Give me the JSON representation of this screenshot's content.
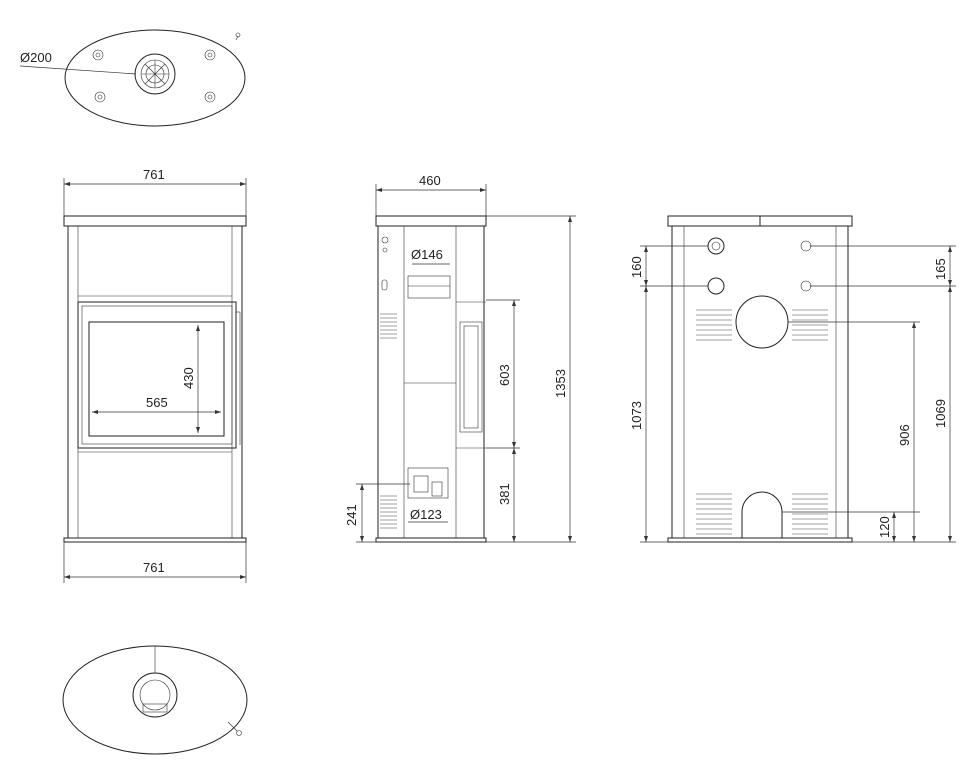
{
  "labels": {
    "top_flue_diameter": "Ø200",
    "front_width_top": "761",
    "front_width_bottom": "761",
    "glass_width": "565",
    "glass_height": "430",
    "side_depth": "460",
    "side_top_outlet_diameter": "Ø146",
    "side_air_inlet_diameter": "Ø123",
    "side_height_total": "1353",
    "side_door_height": "603",
    "side_lower_height": "381",
    "side_air_inlet_height": "241",
    "back_left_top_offset": "160",
    "back_left_outlet_height": "1073",
    "back_right_top_offset": "165",
    "back_right_outlet_height": "1069",
    "back_center_outlet_height": "906",
    "back_bottom_inlet_height": "120"
  }
}
